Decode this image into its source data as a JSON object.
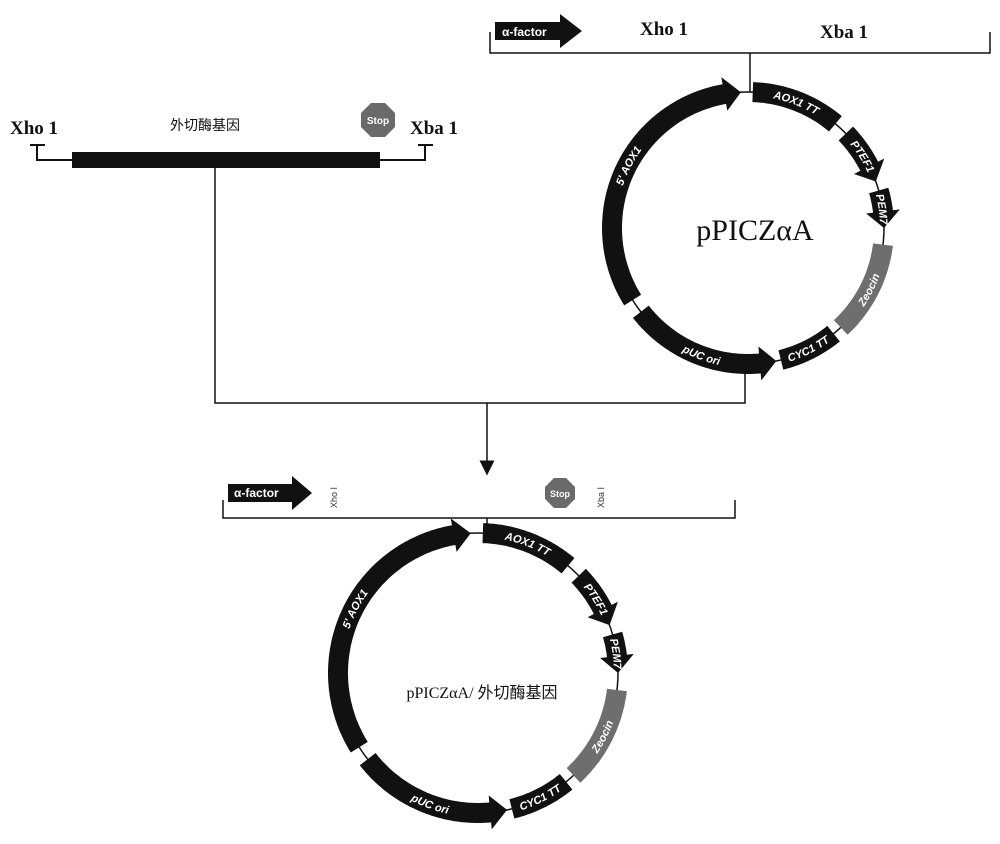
{
  "vector": {
    "alpha_factor": "α-factor",
    "xho": "Xho 1",
    "xba": "Xba 1"
  },
  "insert": {
    "xho": "Xho 1",
    "gene": "外切酶基因",
    "stop": "Stop",
    "xba": "Xba 1"
  },
  "plasmid_top": {
    "name": "pPICZαA",
    "segments": [
      "AOX1 TT",
      "PTEF1",
      "PEM7",
      "Zeocin",
      "CYC1 TT",
      "pUC ori",
      "5' AOX1"
    ]
  },
  "product": {
    "alpha_factor": "α-factor",
    "xho": "Xho I",
    "stop": "Stop",
    "xba": "Xba I",
    "name": "pPICZαA/ 外切酶基因",
    "segments": [
      "AOX1 TT",
      "PTEF1",
      "PEM7",
      "Zeocin",
      "CYC1 TT",
      "pUC ori",
      "5' AOX1"
    ]
  },
  "colors": {
    "dark": "#111111",
    "zeocin": "#6e6e6e",
    "stop": "#6a6a6a"
  }
}
